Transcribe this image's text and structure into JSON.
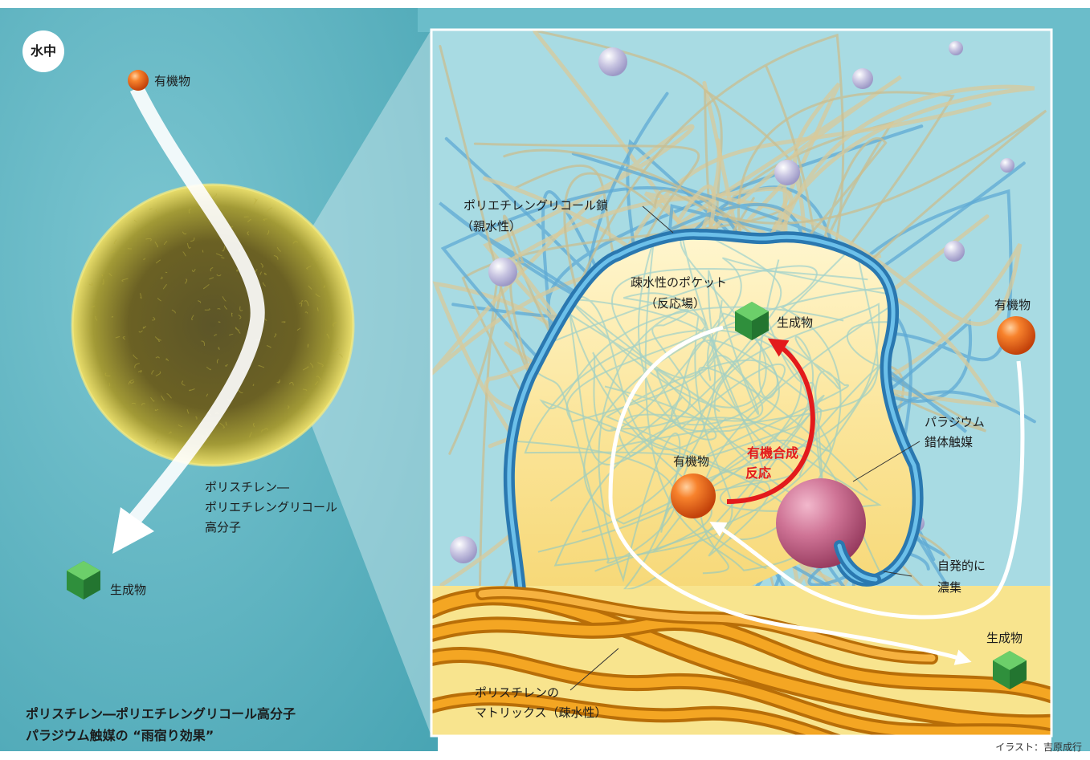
{
  "environment_badge": "水中",
  "left_panel": {
    "organic_label": "有機物",
    "polymer_label": [
      "ポリスチレン―",
      "ポリエチレングリコール",
      "高分子"
    ],
    "product_label": "生成物"
  },
  "zoom_panel": {
    "peg_chain_label": [
      "ポリエチレングリコール鎖",
      "（親水性）"
    ],
    "pocket_label": [
      "疎水性のポケット",
      "（反応場）"
    ],
    "product_inside_label": "生成物",
    "organic_outside_label": "有機物",
    "organic_inside_label": "有機物",
    "reaction_label": [
      "有機合成",
      "反応"
    ],
    "palladium_label": [
      "パラジウム",
      "錯体触媒"
    ],
    "concentrate_label": [
      "自発的に",
      "濃集"
    ],
    "product_outside_label": "生成物",
    "matrix_label": [
      "ポリスチレンの",
      "マトリックス（疎水性）"
    ]
  },
  "caption": [
    "ポリスチレン―ポリエチレングリコール高分子",
    "パラジウム触媒の “雨宿り効果”"
  ],
  "credit": "イラスト：吉原成行",
  "colors": {
    "water": "#5fb6c4",
    "panel_water": "#a8dbe3",
    "pocket": "#fbe59a",
    "peg_chain": "#3a8fc7",
    "matrix": "#f0a018",
    "organic": "#f26a18",
    "product": "#3aa845",
    "palladium": "#c86a8e",
    "reaction_arrow": "#e31a1c"
  }
}
